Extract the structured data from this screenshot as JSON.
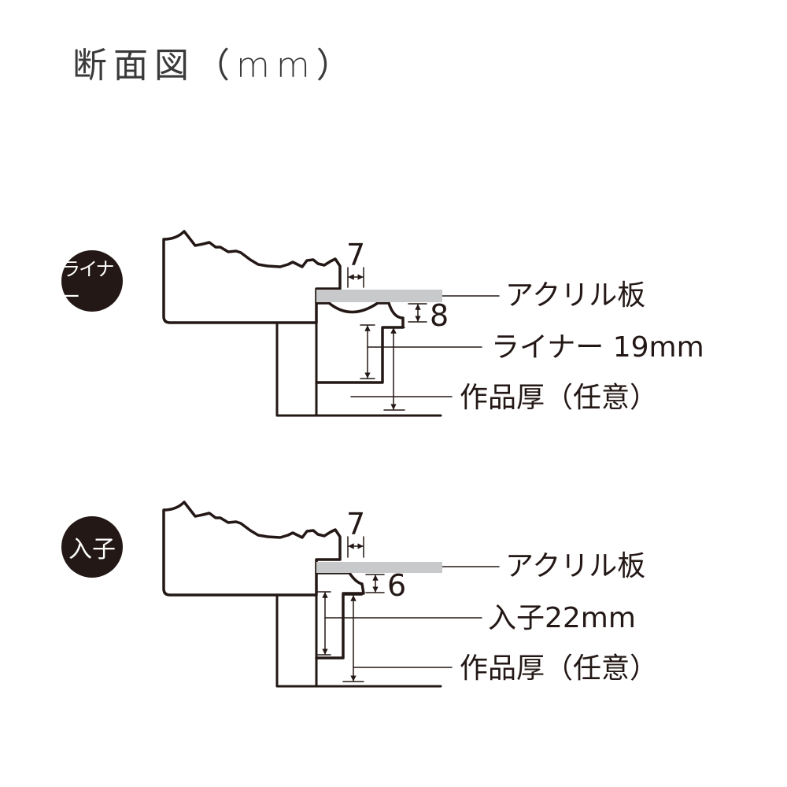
{
  "title": "断面図（mm）",
  "colors": {
    "ink": "#231815",
    "acrylic": "#c8c9ca",
    "background": "#ffffff"
  },
  "sections": [
    {
      "badge": "ライナー",
      "dimensions": {
        "lip_width": "7",
        "depth": "8"
      },
      "labels": {
        "acrylic": "アクリル板",
        "insert": "ライナー 19mm",
        "artwork": "作品厚（任意）"
      }
    },
    {
      "badge": "入子",
      "dimensions": {
        "lip_width": "7",
        "depth": "6"
      },
      "labels": {
        "acrylic": "アクリル板",
        "insert": "入子22mm",
        "artwork": "作品厚（任意）"
      }
    }
  ]
}
